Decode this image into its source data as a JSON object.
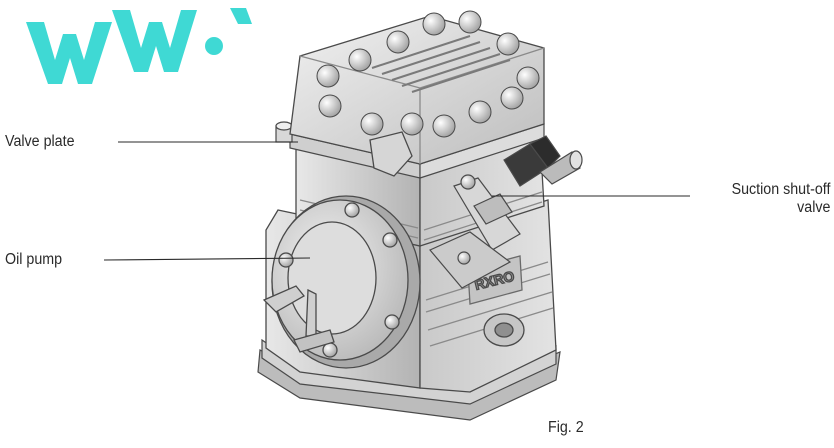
{
  "labels": {
    "valve_plate": "Valve plate",
    "oil_pump": "Oil pump",
    "suction_line1": "Suction shut-off",
    "suction_line2": "valve"
  },
  "figure": {
    "caption": "Fig. 2"
  },
  "colors": {
    "watermark": "#2fd6d0",
    "leader_line": "#2a2a2a",
    "body_metal": "#d9d9d9",
    "shadow_metal": "#a8a8a8",
    "outline": "#4a4a4a"
  }
}
